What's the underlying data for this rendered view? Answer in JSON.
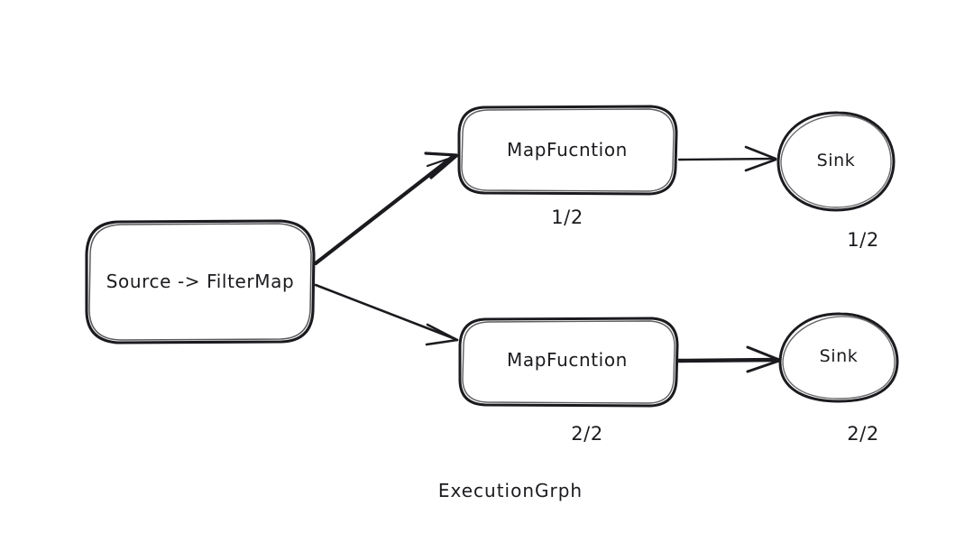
{
  "diagram": {
    "caption": "ExecutionGrph",
    "background_color": "#ffffff",
    "stroke_color": "#1b1b1f",
    "style": "hand-drawn",
    "nodes": [
      {
        "id": "source",
        "label": "Source -> FilterMap",
        "shape": "rounded-rect",
        "count": ""
      },
      {
        "id": "map-1",
        "label": "MapFucntion",
        "shape": "rounded-rect",
        "count": "1/2"
      },
      {
        "id": "map-2",
        "label": "MapFucntion",
        "shape": "rounded-rect",
        "count": "2/2"
      },
      {
        "id": "sink-1",
        "label": "Sink",
        "shape": "ellipse",
        "count": "1/2"
      },
      {
        "id": "sink-2",
        "label": "Sink",
        "shape": "ellipse",
        "count": "2/2"
      }
    ],
    "edges": [
      {
        "id": "source-to-map-1",
        "from": "source",
        "to": "map-1",
        "weight": "thick"
      },
      {
        "id": "source-to-map-2",
        "from": "source",
        "to": "map-2",
        "weight": "thin"
      },
      {
        "id": "map-1-to-sink-1",
        "from": "map-1",
        "to": "sink-1",
        "weight": "thin"
      },
      {
        "id": "map-2-to-sink-2",
        "from": "map-2",
        "to": "sink-2",
        "weight": "thick"
      }
    ]
  }
}
